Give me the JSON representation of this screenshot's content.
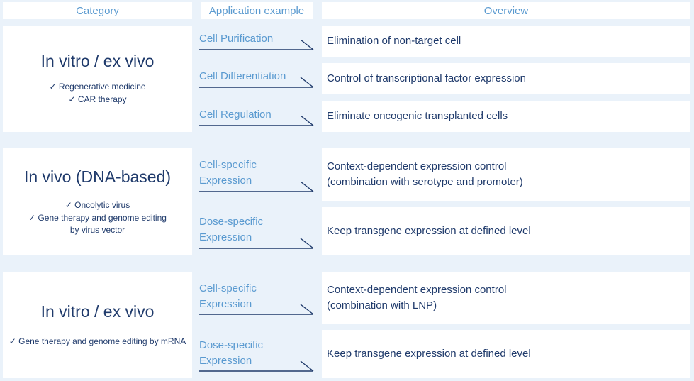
{
  "headers": {
    "category": "Category",
    "application": "Application example",
    "overview": "Overview"
  },
  "groups": [
    {
      "title": "In vitro / ex vivo",
      "notes": [
        "✓ Regenerative medicine",
        "✓ CAR therapy"
      ],
      "rows": [
        {
          "app": "Cell Purification",
          "overview": "Elimination of non-target cell"
        },
        {
          "app": "Cell Differentiation",
          "overview": "Control of transcriptional factor expression"
        },
        {
          "app": "Cell Regulation",
          "overview": "Eliminate oncogenic transplanted cells"
        }
      ]
    },
    {
      "title": "In vivo (DNA-based)",
      "notes": [
        "✓ Oncolytic virus",
        "✓ Gene therapy and genome editing",
        "by virus vector"
      ],
      "rows": [
        {
          "app": "Cell-specific Expression",
          "app_lines": [
            "Cell-specific",
            "Expression"
          ],
          "overview_lines": [
            "Context-dependent expression control",
            "(combination with serotype and promoter)"
          ]
        },
        {
          "app": "Dose-specific Expression",
          "app_lines": [
            "Dose-specific",
            "Expression"
          ],
          "overview": "Keep transgene expression at defined level"
        }
      ]
    },
    {
      "title": "In vitro / ex vivo",
      "notes": [
        "✓ Gene therapy and genome editing by mRNA"
      ],
      "rows": [
        {
          "app": "Cell-specific Expression",
          "app_lines": [
            "Cell-specific",
            "Expression"
          ],
          "overview_lines": [
            "Context-dependent expression control",
            "(combination with LNP)"
          ]
        },
        {
          "app": "Dose-specific Expression",
          "app_lines": [
            "Dose-specific",
            "Expression"
          ],
          "overview": "Keep transgene expression at defined level"
        }
      ]
    }
  ],
  "colors": {
    "background": "#eaf2fa",
    "header_text": "#5a9ad0",
    "dark_text": "#1f3a6b",
    "arrow": "#1f3a6b"
  }
}
